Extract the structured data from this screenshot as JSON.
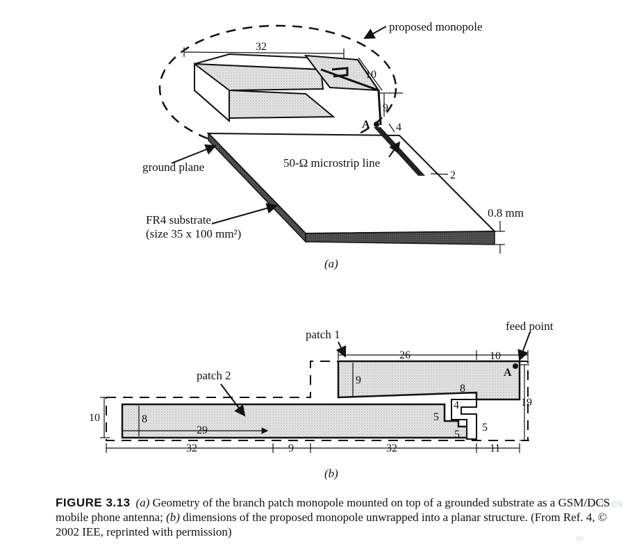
{
  "part_a": {
    "callout_proposed_monopole": "proposed monopole",
    "dim_32": "32",
    "dim_10": "10",
    "dim_9": "9",
    "dim_4": "4",
    "dim_2": "2",
    "feed_point_A": "A",
    "label_microstrip": "50-Ω microstrip line",
    "label_ground_plane": "ground plane",
    "label_substrate_line1": "FR4 substrate",
    "label_substrate_line2": "(size 35 x 100 mm²)",
    "label_thickness": "0.8 mm",
    "panel_label": "(a)"
  },
  "part_b": {
    "label_feed_point": "feed point",
    "label_patch1": "patch 1",
    "label_patch2": "patch 2",
    "feed_point_A": "A",
    "dim_26": "26",
    "dim_10_top": "10",
    "dim_9_patch1": "9",
    "dim_19": "19",
    "dim_8_small": "8",
    "dim_4": "4",
    "dim_5_left": "5",
    "dim_5_bottom": "5",
    "dim_5_right": "5",
    "dim_10_left": "10",
    "dim_8_patch2": "8",
    "dim_29": "29",
    "dim_32_left": "32",
    "dim_9_bottom": "9",
    "dim_32_right": "32",
    "dim_11": "11",
    "panel_label": "(b)"
  },
  "caption": {
    "figure_number": "FIGURE 3.13",
    "text_part1_label": "(a)",
    "text_part1": " Geometry of the branch patch monopole mounted on top of a grounded substrate as a GSM/DCS mobile phone antenna; ",
    "text_part2_label": "(b)",
    "text_part2": " dimensions of the proposed monopole unwrapped into a planar structure. (From Ref. 4, © 2002 IEE, reprinted with permission)"
  },
  "watermark": {
    "site": "EEFDA.CN",
    "domain_suffix": "cn"
  },
  "colors": {
    "ink": "#111111",
    "patch_fill": "#d9d9d9",
    "watermark": "#5a7fb0"
  }
}
